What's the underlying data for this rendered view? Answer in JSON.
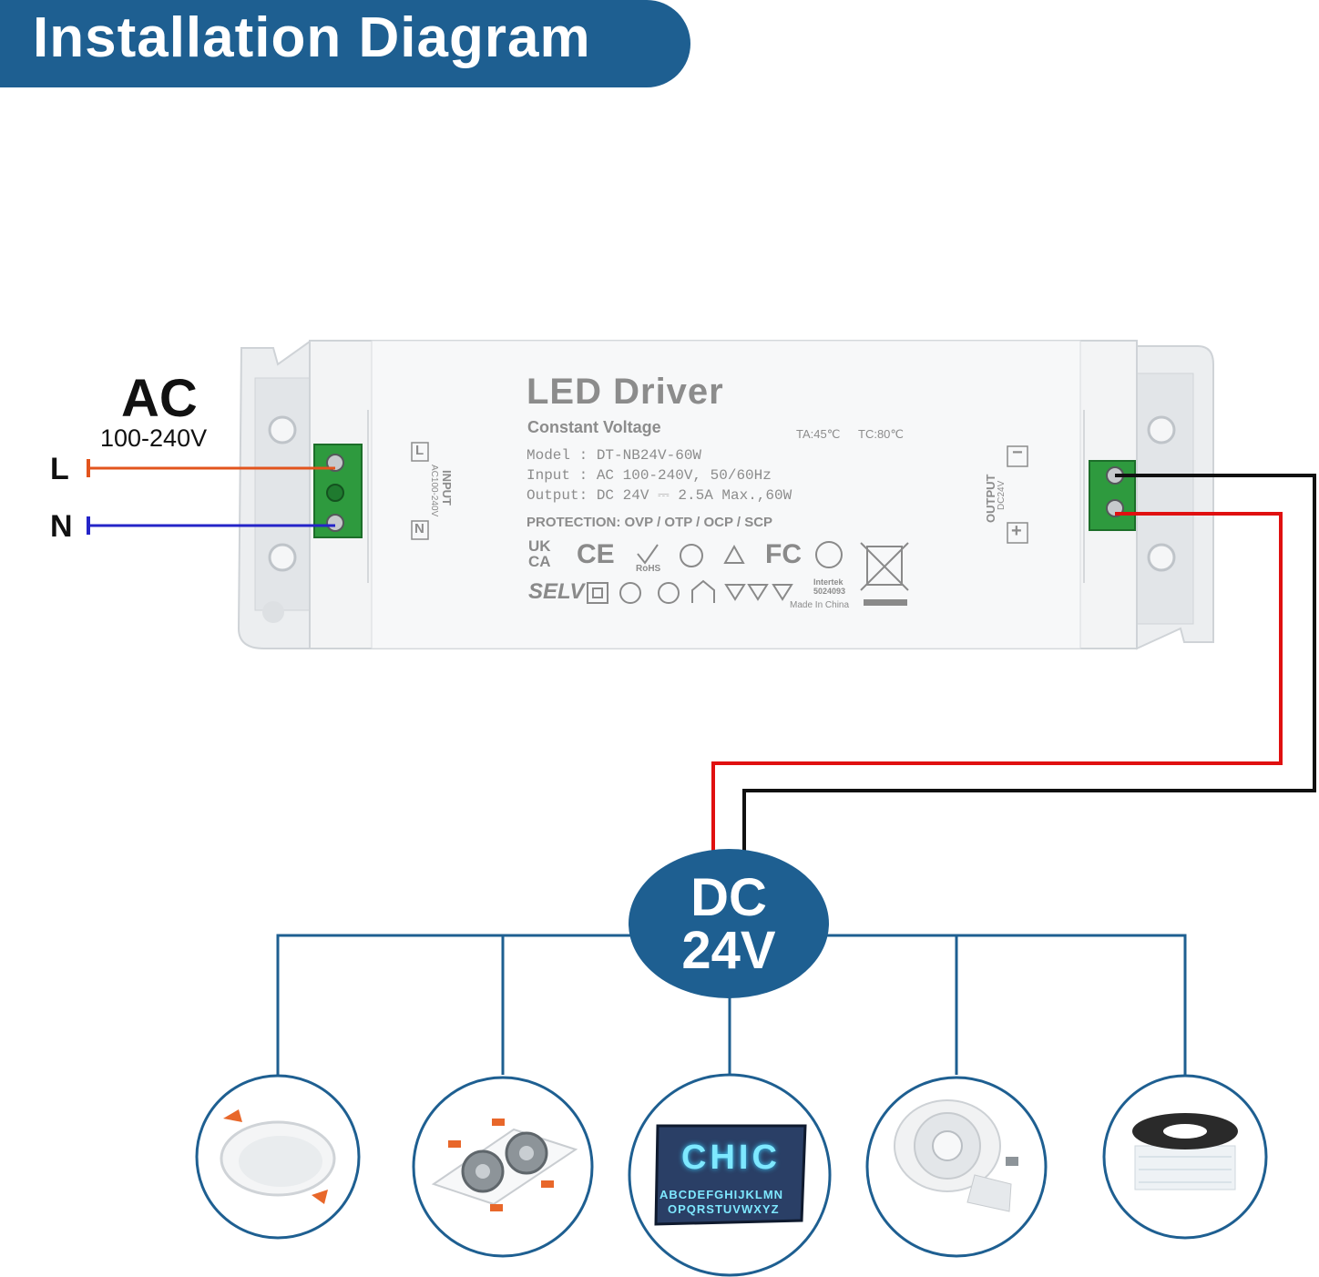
{
  "header": {
    "title": "Installation Diagram"
  },
  "input_side": {
    "ac_label": "AC",
    "voltage": "100-240V",
    "live_label": "L",
    "neutral_label": "N"
  },
  "driver": {
    "title": "LED Driver",
    "subtitle": "Constant Voltage",
    "ta": "TA:45℃",
    "tc": "TC:80℃",
    "model_line": "Model  : DT-NB24V-60W",
    "input_line": "Input   : AC 100-240V,  50/60Hz",
    "output_line": "Output: DC 24V ⎓ 2.5A Max.,60W",
    "protection": "PROTECTION: OVP / OTP / OCP / SCP",
    "input_tag": "INPUT",
    "input_range": "AC100-240V",
    "input_l": "L",
    "input_n": "N",
    "output_tag": "OUTPUT",
    "output_range": "DC24V",
    "output_minus": "−",
    "output_plus": "+",
    "cert_ukca_1": "UK",
    "cert_ukca_2": "CA",
    "cert_ce": "CE",
    "cert_rohs": "RoHS",
    "cert_fc": "FC",
    "cert_intertek": "Intertek",
    "cert_number": "5024093",
    "cert_selv": "SELV",
    "made_in": "Made In China"
  },
  "output_hub": {
    "line1": "DC",
    "line2": "24V"
  },
  "products": {
    "sign_word": "CHIC",
    "sign_alpha_1": "ABCDEFGHIJKLMN",
    "sign_alpha_2": "OPQRSTUVWXYZ"
  },
  "colors": {
    "brand_blue": "#1e5f91",
    "live_wire": "#e2541d",
    "neutral_wire": "#2424c8",
    "positive_wire": "#e01010",
    "negative_wire": "#111111",
    "terminal_green": "#2e9a3e"
  }
}
